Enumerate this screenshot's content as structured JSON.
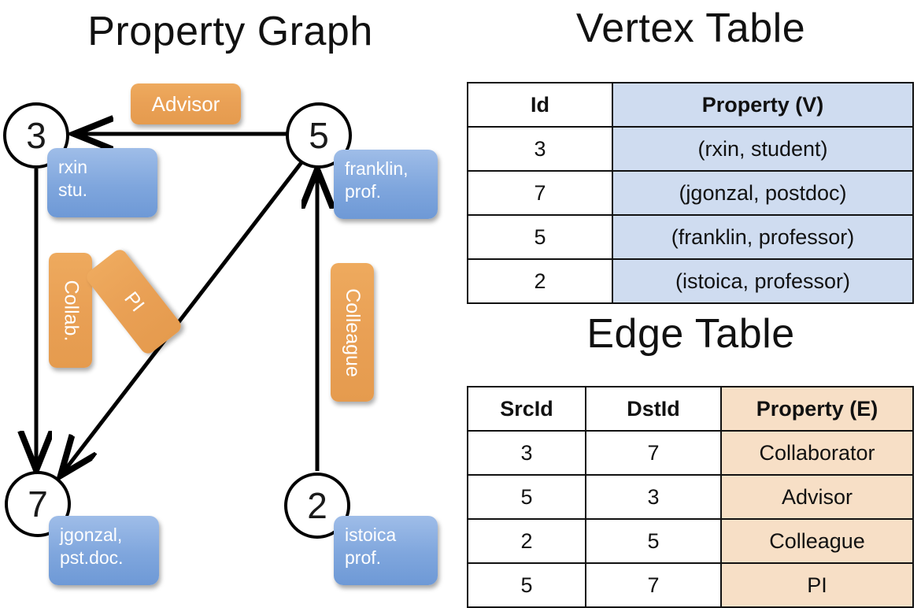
{
  "panels": {
    "graph_title": "Property Graph",
    "vertex_title": "Vertex Table",
    "edge_title": "Edge Table"
  },
  "colors": {
    "vertex_header_fill": "#cfdcf0",
    "edge_header_fill": "#f7dfc6",
    "node_property_box": "#7fa6dd",
    "edge_label_badge": "#e9a055",
    "stroke": "#111111",
    "background": "#ffffff"
  },
  "graph": {
    "nodes": [
      {
        "id": "3",
        "label": "3",
        "property_line1": "rxin",
        "property_line2": "stu."
      },
      {
        "id": "5",
        "label": "5",
        "property_line1": "franklin,",
        "property_line2": "prof."
      },
      {
        "id": "7",
        "label": "7",
        "property_line1": "jgonzal,",
        "property_line2": "pst.doc."
      },
      {
        "id": "2",
        "label": "2",
        "property_line1": "istoica",
        "property_line2": "prof."
      }
    ],
    "edge_labels": [
      {
        "name": "advisor",
        "text": "Advisor",
        "orientation": "horizontal"
      },
      {
        "name": "collab",
        "text": "Collab.",
        "orientation": "vertical"
      },
      {
        "name": "pi",
        "text": "PI",
        "orientation": "diagonal"
      },
      {
        "name": "colleague",
        "text": "Colleague",
        "orientation": "vertical"
      }
    ],
    "edges": [
      {
        "src": "5",
        "dst": "3",
        "label": "Advisor"
      },
      {
        "src": "3",
        "dst": "7",
        "label": "Collab."
      },
      {
        "src": "5",
        "dst": "7",
        "label": "PI"
      },
      {
        "src": "2",
        "dst": "5",
        "label": "Colleague"
      }
    ]
  },
  "chart_data": {
    "type": "diagram",
    "title": "Property Graph",
    "nodes": [
      "3",
      "7",
      "5",
      "2"
    ],
    "edges": [
      {
        "src": "5",
        "dst": "3",
        "label": "Advisor"
      },
      {
        "src": "3",
        "dst": "7",
        "label": "Collab."
      },
      {
        "src": "5",
        "dst": "7",
        "label": "PI"
      },
      {
        "src": "2",
        "dst": "5",
        "label": "Colleague"
      }
    ]
  },
  "vertex_table": {
    "headers": [
      "Id",
      "Property (V)"
    ],
    "rows": [
      {
        "id": "3",
        "property": "(rxin, student)"
      },
      {
        "id": "7",
        "property": "(jgonzal, postdoc)"
      },
      {
        "id": "5",
        "property": "(franklin, professor)"
      },
      {
        "id": "2",
        "property": "(istoica, professor)"
      }
    ]
  },
  "edge_table": {
    "headers": [
      "SrcId",
      "DstId",
      "Property (E)"
    ],
    "rows": [
      {
        "src": "3",
        "dst": "7",
        "property": "Collaborator"
      },
      {
        "src": "5",
        "dst": "3",
        "property": "Advisor"
      },
      {
        "src": "2",
        "dst": "5",
        "property": "Colleague"
      },
      {
        "src": "5",
        "dst": "7",
        "property": "PI"
      }
    ]
  }
}
